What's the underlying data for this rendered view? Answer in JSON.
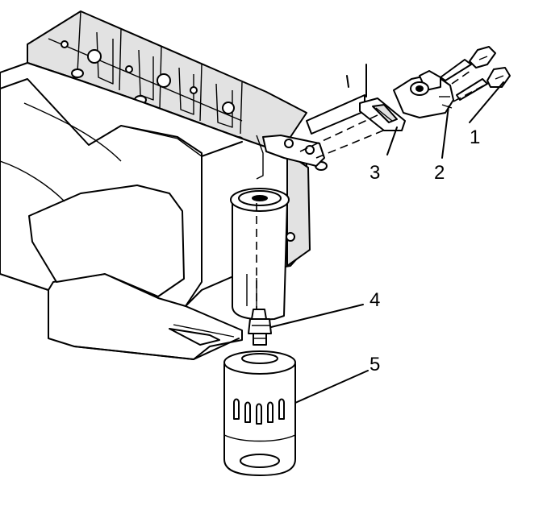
{
  "figure": {
    "callouts": [
      {
        "id": "1",
        "text": "1"
      },
      {
        "id": "2",
        "text": "2"
      },
      {
        "id": "3",
        "text": "3"
      },
      {
        "id": "4",
        "text": "4"
      },
      {
        "id": "5",
        "text": "5"
      }
    ]
  }
}
